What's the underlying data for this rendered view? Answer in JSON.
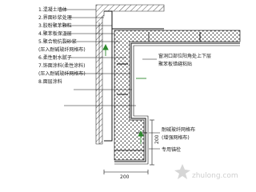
{
  "layer_labels": [
    {
      "num": "1.",
      "text": "混凝土墙体"
    },
    {
      "num": "2.",
      "text": "界面砂浆处理"
    },
    {
      "num": "3.",
      "text": "胶粉聚苯颗粒"
    },
    {
      "num": "4.",
      "text": "聚苯板保温层"
    },
    {
      "num": "5.",
      "text": "聚合物抗裂砂浆"
    },
    {
      "num": "",
      "text": "(压入耐碱玻纤网格布)"
    },
    {
      "num": "6.",
      "text": "柔性耐水腻子"
    },
    {
      "num": "7.",
      "text": "饰面涂料(柔性涂料)"
    },
    {
      "num": "",
      "text": "(压入耐碱玻纤网格布)"
    },
    {
      "num": "8.",
      "text": "面层涂料"
    }
  ],
  "callouts": {
    "corner_note": "窗洞口部位阳角处上下层",
    "corner_note_2": "聚苯板错缝粘贴",
    "mesh_note": "耐碱玻纤网格布",
    "mesh_note_2": "(增强网格布)",
    "anchor_note": "专用锚栓"
  },
  "dimensions": {
    "vertical": "200",
    "horizontal": "200"
  },
  "watermark": "zhulong.com",
  "colors": {
    "hatch": "#555555",
    "insulation": "#8c8c8c",
    "label_green": "#2e8b2e"
  }
}
